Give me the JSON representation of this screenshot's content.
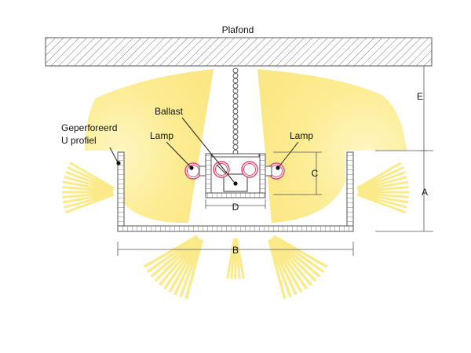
{
  "labels": {
    "ceiling": "Plafond",
    "profile_line1": "Geperforeerd",
    "profile_line2": "U profiel",
    "ballast": "Ballast",
    "lamp_left": "Lamp",
    "lamp_right": "Lamp",
    "dim_a": "A",
    "dim_b": "B",
    "dim_c": "C",
    "dim_d": "D",
    "dim_e": "E"
  },
  "colors": {
    "light": "#fbea8a",
    "lamp": "#e8416b",
    "line": "#444444",
    "hatch": "#666666"
  }
}
